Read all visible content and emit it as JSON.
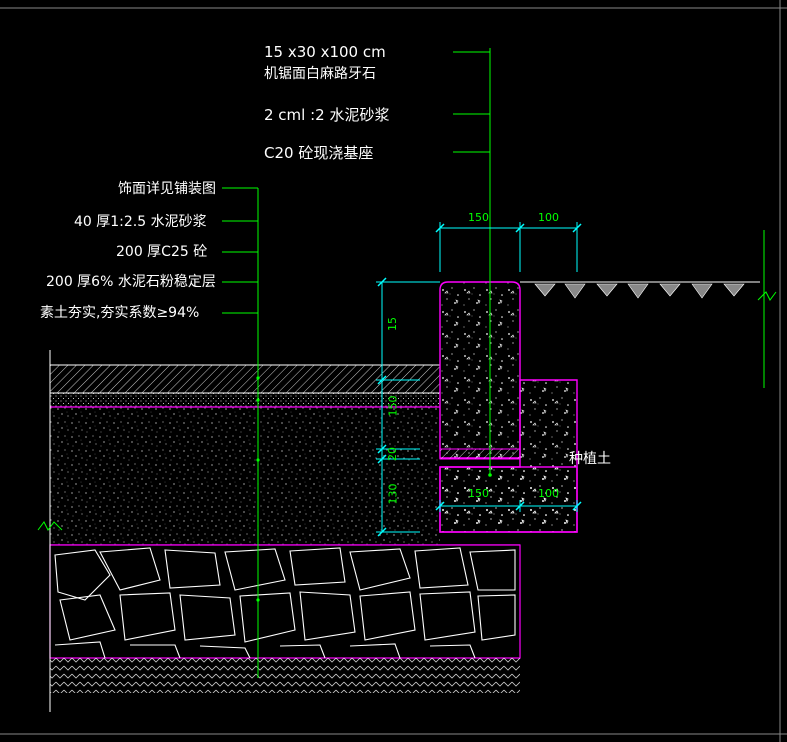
{
  "curb_callout": {
    "size": "15 x30 x100 cm",
    "material": "机锯面白麻路牙石",
    "mortar": "2 cml :2 水泥砂浆",
    "base": "C20 砼现浇基座"
  },
  "pavement_callout": {
    "layer1": "饰面详见铺装图",
    "layer2": "40  厚1:2.5   水泥砂浆",
    "layer3": "200   厚C25   砼",
    "layer4": "200   厚6% 水泥石粉稳定层",
    "layer5": "素土夯实,夯实系数≥94%"
  },
  "planting_label": "种植土",
  "dimensions": {
    "top_left": "150",
    "top_right": "100",
    "bottom_left": "150",
    "bottom_right": "100",
    "v1": "15",
    "v2": "150",
    "v3": "20",
    "v4": "130"
  },
  "colors": {
    "background": "#000000",
    "leader": "#00ff00",
    "outline": "#ff00ff",
    "dimline": "#00ffff",
    "text": "#ffffff"
  }
}
